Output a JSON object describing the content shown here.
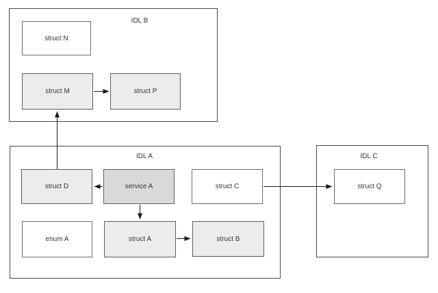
{
  "diagram": {
    "containers": {
      "idl_b": {
        "label": "IDL B"
      },
      "idl_a": {
        "label": "IDL A"
      },
      "idl_c": {
        "label": "IDL C"
      }
    },
    "nodes": {
      "struct_n": {
        "label": "struct N",
        "fill": "white"
      },
      "struct_m": {
        "label": "struct M",
        "fill": "light"
      },
      "struct_p": {
        "label": "struct P",
        "fill": "light"
      },
      "struct_d": {
        "label": "struct D",
        "fill": "light"
      },
      "service_a": {
        "label": "service A",
        "fill": "medium"
      },
      "struct_c": {
        "label": "struct C",
        "fill": "white"
      },
      "enum_a": {
        "label": "enum A",
        "fill": "white"
      },
      "struct_a": {
        "label": "struct A",
        "fill": "light"
      },
      "struct_b": {
        "label": "struct B",
        "fill": "light"
      },
      "struct_q": {
        "label": "struct Q",
        "fill": "white"
      }
    },
    "edges": [
      {
        "from": "struct M",
        "to": "struct P"
      },
      {
        "from": "struct D",
        "to": "struct M"
      },
      {
        "from": "service A",
        "to": "struct D"
      },
      {
        "from": "service A",
        "to": "struct A"
      },
      {
        "from": "struct A",
        "to": "struct B"
      },
      {
        "from": "struct C",
        "to": "struct Q"
      }
    ],
    "colors": {
      "canvas_bg": "#ffffff",
      "node_fill_light": "#ececec",
      "node_fill_medium": "#d9d9d9",
      "node_fill_white": "#ffffff",
      "node_border": "#6b6b6b",
      "node_border_strong": "#5c5c5c",
      "container_border": "#474747",
      "arrow": "#1a1a1a",
      "text": "#333333"
    }
  }
}
